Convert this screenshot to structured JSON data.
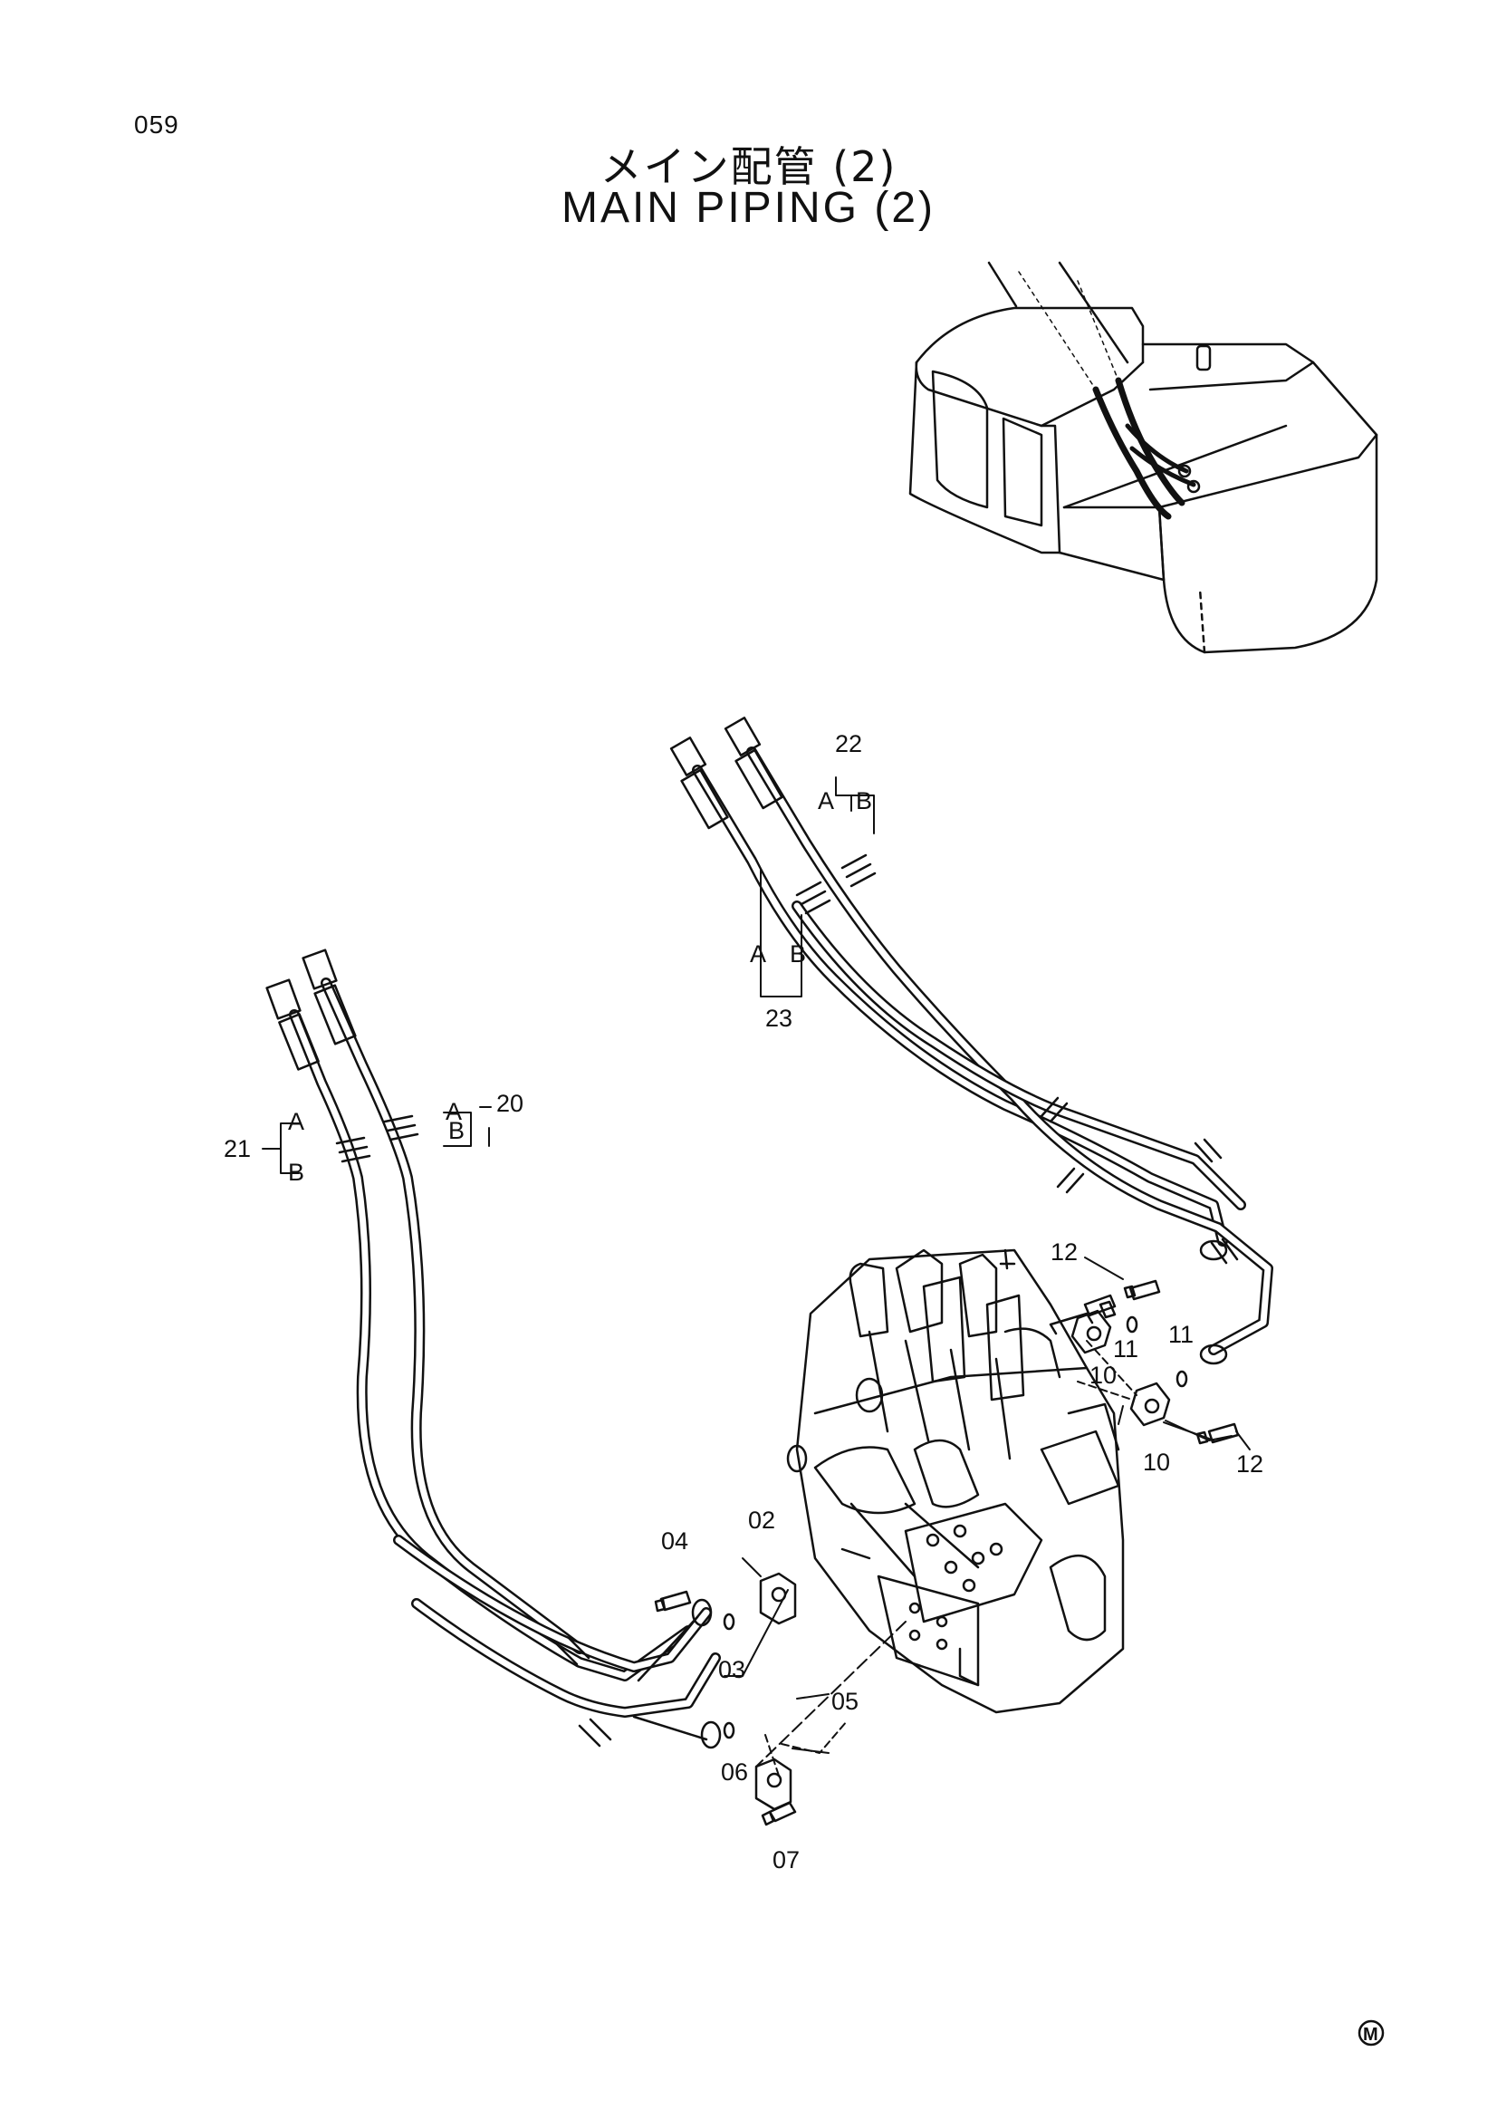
{
  "page_number": "059",
  "title_jp": "メイン配管 (2)",
  "title_en": "MAIN PIPING (2)",
  "callouts": {
    "c02": "02",
    "c03": "03",
    "c04": "04",
    "c05": "05",
    "c06": "06",
    "c07": "07",
    "c10a": "10",
    "c10b": "10",
    "c11a": "11",
    "c11b": "11",
    "c12a": "12",
    "c12b": "12",
    "c20": "20",
    "c21": "21",
    "c22": "22",
    "c23": "23",
    "a20": "A",
    "b20": "B",
    "a21": "A",
    "b21": "B",
    "a22": "A",
    "b22": "B",
    "a23": "A",
    "b23": "B"
  },
  "brand_mark": "M"
}
